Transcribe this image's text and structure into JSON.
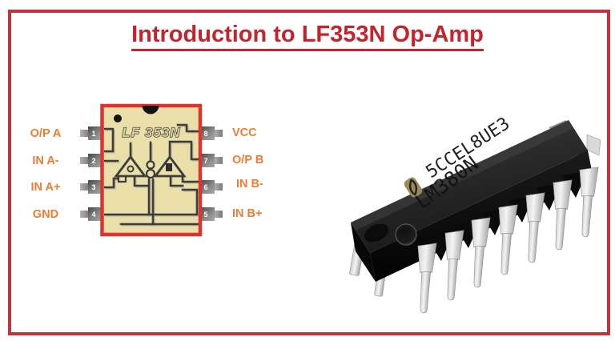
{
  "title": "Introduction to LF353N Op-Amp",
  "colors": {
    "frame_red": "#c2333e",
    "title_red": "#c4242c",
    "label_orange": "#ED7D31",
    "ic_body_tan": "#EADFA9",
    "ic_border_red": "#DC3430",
    "trace_dark": "#3d3d3d",
    "chip_black": "#262626"
  },
  "pinout": {
    "chip_label": "LF 353N",
    "left_pins": [
      {
        "number": "1",
        "label": "O/P A"
      },
      {
        "number": "2",
        "label": "IN A-"
      },
      {
        "number": "3",
        "label": "IN A+"
      },
      {
        "number": "4",
        "label": "GND"
      }
    ],
    "right_pins": [
      {
        "number": "8",
        "label": "VCC"
      },
      {
        "number": "7",
        "label": "O/P B"
      },
      {
        "number": "6",
        "label": "IN B-"
      },
      {
        "number": "5",
        "label": "IN B+"
      }
    ]
  },
  "photo": {
    "marking_line1": "5CCEL8UE3",
    "marking_line2": "LM380N"
  }
}
